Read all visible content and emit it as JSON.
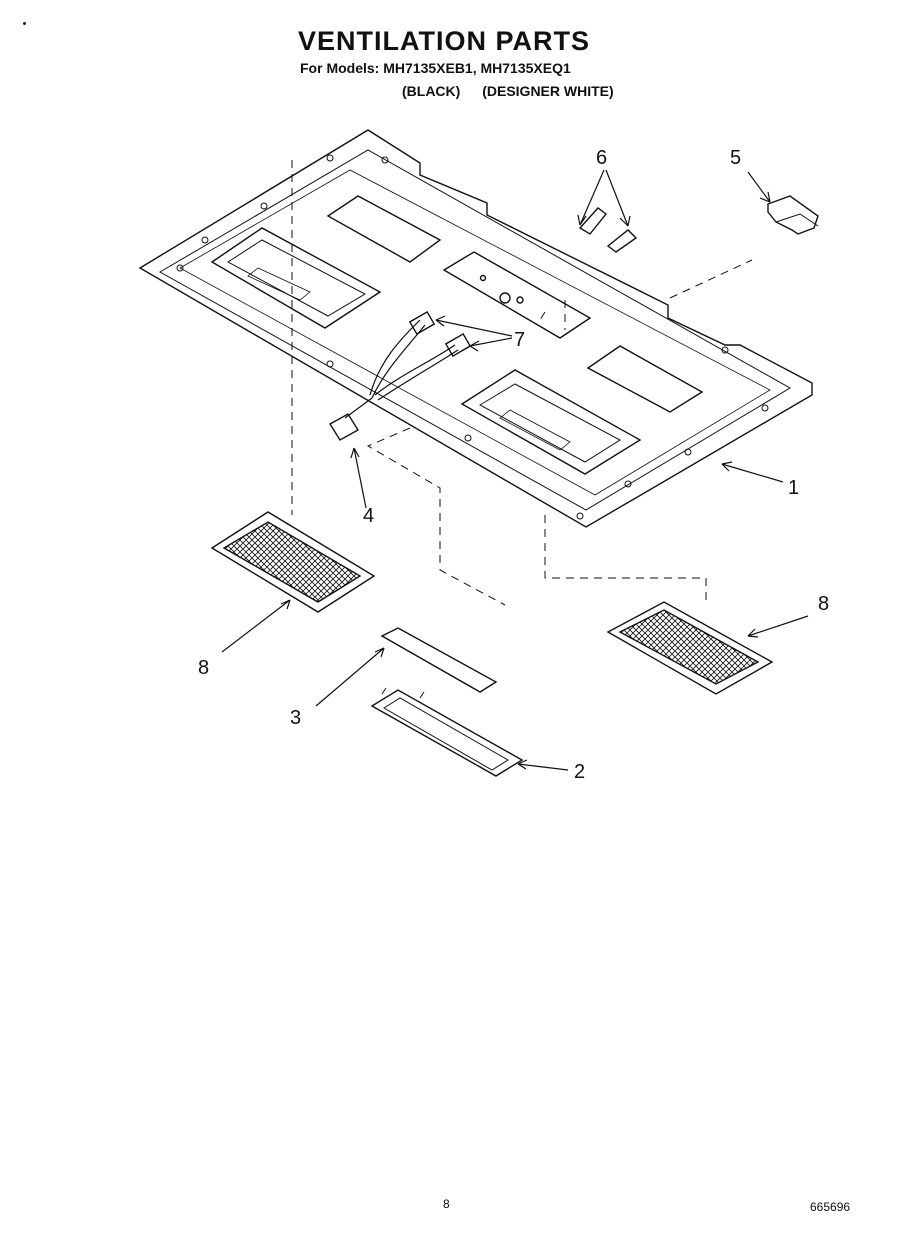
{
  "header": {
    "title": "VENTILATION PARTS",
    "models_line": "For Models: MH7135XEB1, MH7135XEQ1",
    "variant_black": "(BLACK)",
    "variant_white": "(DESIGNER WHITE)"
  },
  "callouts": {
    "c1": "1",
    "c2": "2",
    "c3": "3",
    "c4": "4",
    "c5": "5",
    "c6": "6",
    "c7": "7",
    "c8_left": "8",
    "c8_right": "8"
  },
  "footer": {
    "page_number": "8",
    "document_number": "665696"
  }
}
